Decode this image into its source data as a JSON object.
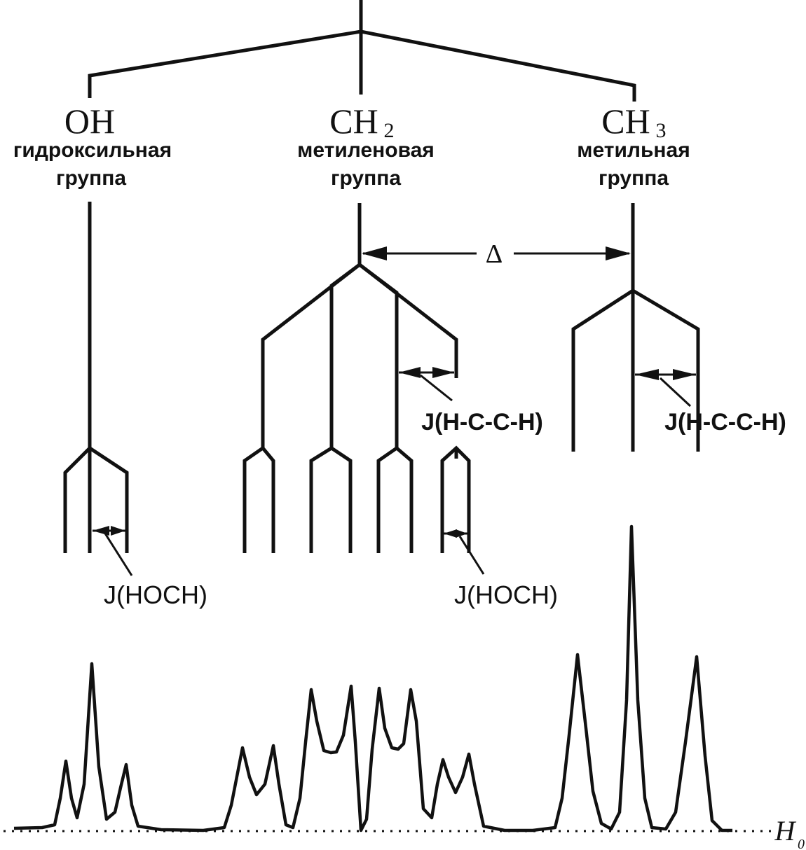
{
  "groups": [
    {
      "formula": "OH",
      "subscript": "",
      "line1": "гидроксильная",
      "line2": "группа"
    },
    {
      "formula": "CH",
      "subscript": "2",
      "line1": "метиленовая",
      "line2": "группа"
    },
    {
      "formula": "CH",
      "subscript": "3",
      "line1": "метильная",
      "line2": "группа"
    }
  ],
  "delta_label": "Δ",
  "coupling_labels": {
    "oh_hoch": "J(HOCH)",
    "ch2_hcch": "J(H-C-C-H)",
    "ch2_hoch": "J(HOCH)",
    "ch3_hcch": "J(H-C-C-H)"
  },
  "field_label": "H",
  "field_subscript": "0",
  "colors": {
    "ink": "#111111",
    "background": "#ffffff"
  }
}
